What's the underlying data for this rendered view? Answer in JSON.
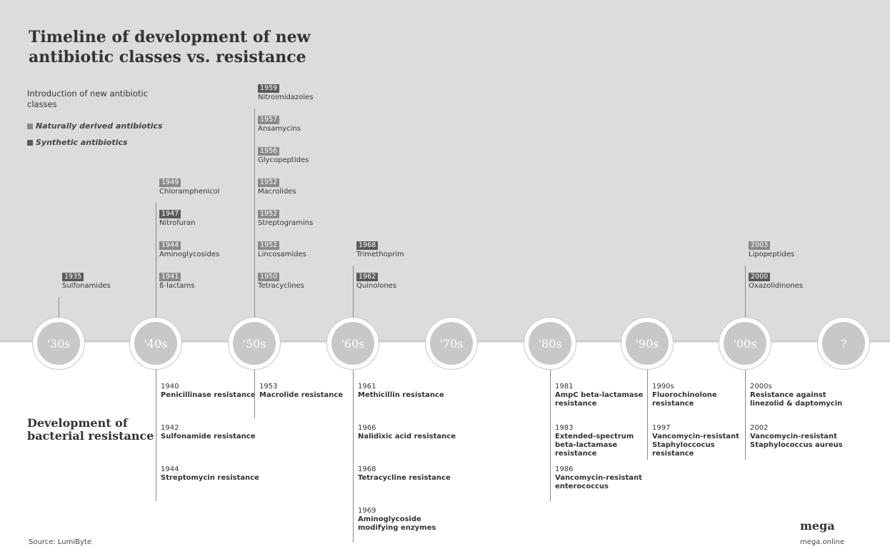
{
  "title": "Timeline of development of new antibiotic classes vs. resistance",
  "legend": {
    "heading": "Introduction of new antibiotic classes",
    "items": [
      {
        "label": "Naturally derived antibiotics",
        "color": "#8a8a8a"
      },
      {
        "label": "Synthetic antibiotics",
        "color": "#5b5b5b"
      }
    ]
  },
  "decades": [
    "'30s",
    "'40s",
    "'50s",
    "'60s",
    "'70s",
    "'80s",
    "'90s",
    "'00s",
    "?"
  ],
  "introductions": [
    {
      "decade": 0,
      "entries": [
        {
          "year": "1935",
          "name": "Sulfonamides",
          "type": "synthetic"
        }
      ]
    },
    {
      "decade": 1,
      "entries": [
        {
          "year": "1941",
          "name": "ß-lactams",
          "type": "natural"
        },
        {
          "year": "1944",
          "name": "Aminoglycosides",
          "type": "natural"
        },
        {
          "year": "1947",
          "name": "Nitrofuran",
          "type": "synthetic"
        },
        {
          "year": "1949",
          "name": "Chloramphenicol",
          "type": "natural"
        }
      ]
    },
    {
      "decade": 2,
      "entries": [
        {
          "year": "1950",
          "name": "Tetracyclines",
          "type": "natural"
        },
        {
          "year": "1952",
          "name": "Lincosamides",
          "type": "natural"
        },
        {
          "year": "1952",
          "name": "Streptogramins",
          "type": "natural"
        },
        {
          "year": "1952",
          "name": "Macrolides",
          "type": "natural"
        },
        {
          "year": "1956",
          "name": "Glycopeptides",
          "type": "natural"
        },
        {
          "year": "1957",
          "name": "Ansamycins",
          "type": "natural"
        },
        {
          "year": "1959",
          "name": "Nitroimidazoles",
          "type": "synthetic"
        }
      ]
    },
    {
      "decade": 3,
      "entries": [
        {
          "year": "1962",
          "name": "Quinolones",
          "type": "synthetic"
        },
        {
          "year": "1968",
          "name": "Trimethoprim",
          "type": "synthetic"
        }
      ]
    },
    {
      "decade": 7,
      "entries": [
        {
          "year": "2000",
          "name": "Oxazolidinones",
          "type": "synthetic"
        },
        {
          "year": "2003",
          "name": "Lipopeptides",
          "type": "natural"
        }
      ]
    }
  ],
  "resistance_heading": "Development of bacterial resistance",
  "resistance": [
    {
      "decade": 1,
      "entries": [
        {
          "year": "1940",
          "text": "Penicillinase resistance"
        },
        {
          "year": "1942",
          "text": "Sulfonamide resistance"
        },
        {
          "year": "1944",
          "text": "Streptomycin resistance"
        }
      ]
    },
    {
      "decade": 2,
      "entries": [
        {
          "year": "1953",
          "text": "Macrolide resistance"
        }
      ]
    },
    {
      "decade": 3,
      "entries": [
        {
          "year": "1961",
          "text": "Methicillin resistance"
        },
        {
          "year": "1966",
          "text": "Nalidixic acid resistance"
        },
        {
          "year": "1968",
          "text": "Tetracycline resistance"
        },
        {
          "year": "1969",
          "text": "Aminoglycoside modifying enzymes"
        }
      ]
    },
    {
      "decade": 5,
      "entries": [
        {
          "year": "1981",
          "text": "AmpC beta-lactamase resistance"
        },
        {
          "year": "1983",
          "text": "Extended-spectrum beta-lactamase resistance"
        },
        {
          "year": "1986",
          "text": "Vancomycin-resistant enterococcus"
        }
      ]
    },
    {
      "decade": 6,
      "entries": [
        {
          "year": "1990s",
          "text": "Fluorochinolone resistance"
        },
        {
          "year": "1997",
          "text": "Vancomycin-resistant Staphyloccocus resistance"
        }
      ]
    },
    {
      "decade": 7,
      "entries": [
        {
          "year": "2000s",
          "text": "Resistance against linezolid & daptomycin"
        },
        {
          "year": "2002",
          "text": "Vancomycin-resistant Staphylococcus aureus"
        }
      ]
    }
  ],
  "source": "Source: LumiByte",
  "brand": {
    "logo": "mega",
    "url": "mega.online"
  }
}
